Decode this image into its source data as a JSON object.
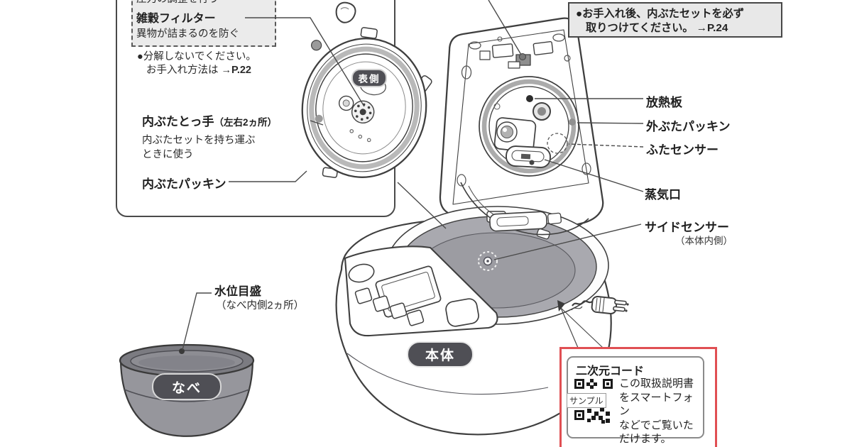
{
  "colors": {
    "accent_red": "#e04f53",
    "line": "#3f3f3f",
    "pot_gray": "#96969c",
    "cavity_gray": "#a9a9af",
    "badge_bg": "#4f4f55",
    "note_box_bg": "#e8e8e8"
  },
  "left_panel": {
    "filter_box": {
      "top_line": "圧力の調整を行う",
      "title": "雑穀フィルター",
      "desc": "異物が詰まるのを防ぐ"
    },
    "caution": {
      "line1": "●分解しないでください。",
      "line2_prefix": "お手入れ方法は →",
      "page": "P.22"
    },
    "handle": {
      "label": "内ぶたとっ手",
      "suffix": "（左右2ヵ所）",
      "desc1": "内ぶたセットを持ち運ぶ",
      "desc2": "ときに使う"
    },
    "packing_label": "内ぶたパッキン"
  },
  "inner_lid": {
    "front_badge": "表側"
  },
  "top_note": {
    "line1": "●お手入れ後、内ぶたセットを必ず",
    "line2_prefix": "取りつけてください。 →",
    "page": "P.24"
  },
  "part_labels": {
    "heat_plate": "放熱板",
    "outer_lid_packing": "外ぶたパッキン",
    "lid_sensor": "ふたセンサー",
    "steam_vent": "蒸気口",
    "side_sensor": "サイドセンサー",
    "side_sensor_note": "（本体内側）"
  },
  "pot": {
    "badge": "なべ",
    "scale_label": "水位目盛",
    "scale_note": "（なべ内側2ヵ所）"
  },
  "body_badge": "本体",
  "qr": {
    "title": "二次元コード",
    "sample": "サンプル",
    "lines": [
      "この取扱説明書",
      "をスマートフォン",
      "などでご覧いた",
      "だけます。"
    ]
  }
}
